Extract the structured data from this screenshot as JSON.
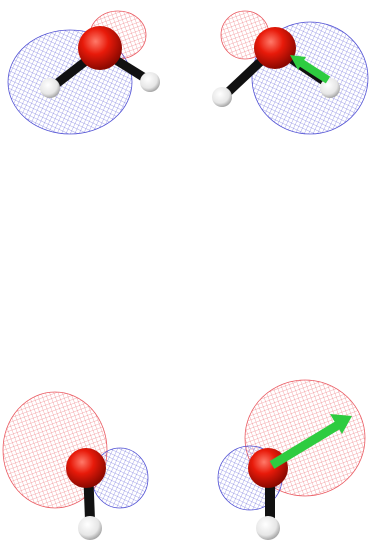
{
  "scene": {
    "description_visible_text": "",
    "colors": {
      "positive_lobe": "#e8474f",
      "negative_lobe": "#3f3fd0",
      "oxygen_atom": "#e81a0a",
      "hydrogen_atom": "#f2f2f2",
      "bond": "#111111",
      "arrow": "#2ecc40"
    },
    "panels": [
      {
        "id": "top-left",
        "has_arrow": false
      },
      {
        "id": "top-right",
        "has_arrow": true
      },
      {
        "id": "bottom-left",
        "has_arrow": false
      },
      {
        "id": "bottom-right",
        "has_arrow": true
      }
    ]
  }
}
